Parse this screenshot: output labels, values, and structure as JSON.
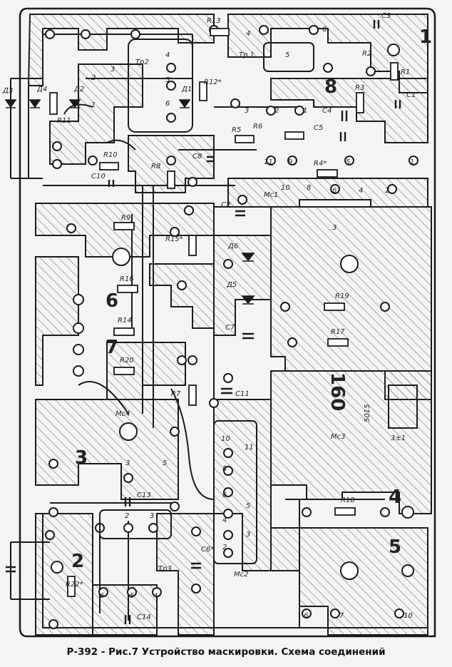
{
  "caption": "Р-392 - Рис.7 Устройство маскировки. Схема соединений",
  "colors": {
    "ink": "#1b1b1b",
    "paper": "#f4f4f2",
    "hatch": "#6b6b6b"
  },
  "region_labels": {
    "r1": "1",
    "r2": "2",
    "r3": "3",
    "r4": "4",
    "r5": "5",
    "r6": "6",
    "r7": "7",
    "r8": "8",
    "r160": "160"
  },
  "component_labels": {
    "r13": "R13",
    "r12": "R12*",
    "r11": "R11",
    "r10": "R10",
    "r9": "R9",
    "r8": "R8",
    "r7": "R7",
    "r5": "R5",
    "r6": "R6",
    "r4": "R4*",
    "r3": "R3",
    "r2": "R2",
    "r1": "R1",
    "r14": "R14",
    "r15": "R15*",
    "r16": "R16",
    "r17": "R17",
    "r18": "R18",
    "r19": "R19",
    "r20": "R20",
    "r22": "R22*",
    "c1": "C1",
    "c2": "C2",
    "c3": "C3",
    "c4": "C4",
    "c5": "C5",
    "c6": "C6*",
    "c7": "C7",
    "c8": "C8",
    "c10": "C10",
    "c11": "C11",
    "c13": "C13",
    "c14": "C14",
    "d1": "Д1",
    "d2": "Д2",
    "d3": "Д3",
    "d4": "Д4",
    "d5": "Д5",
    "d6": "Д6",
    "tp1": "Тр.1",
    "tp2": "Тр2",
    "tp3": "Тр3",
    "mc1": "Мс1",
    "mc2": "Мс2",
    "mc3": "Мс3",
    "mc4": "Мс4",
    "note1": "5015",
    "note2": "3±1"
  },
  "pin_numbers": {
    "p1": "1",
    "p2": "2",
    "p3": "3",
    "p4": "4",
    "p5": "5",
    "p6": "6",
    "p7": "7",
    "p8": "8",
    "p9": "9",
    "p10": "10",
    "p11": "11"
  }
}
